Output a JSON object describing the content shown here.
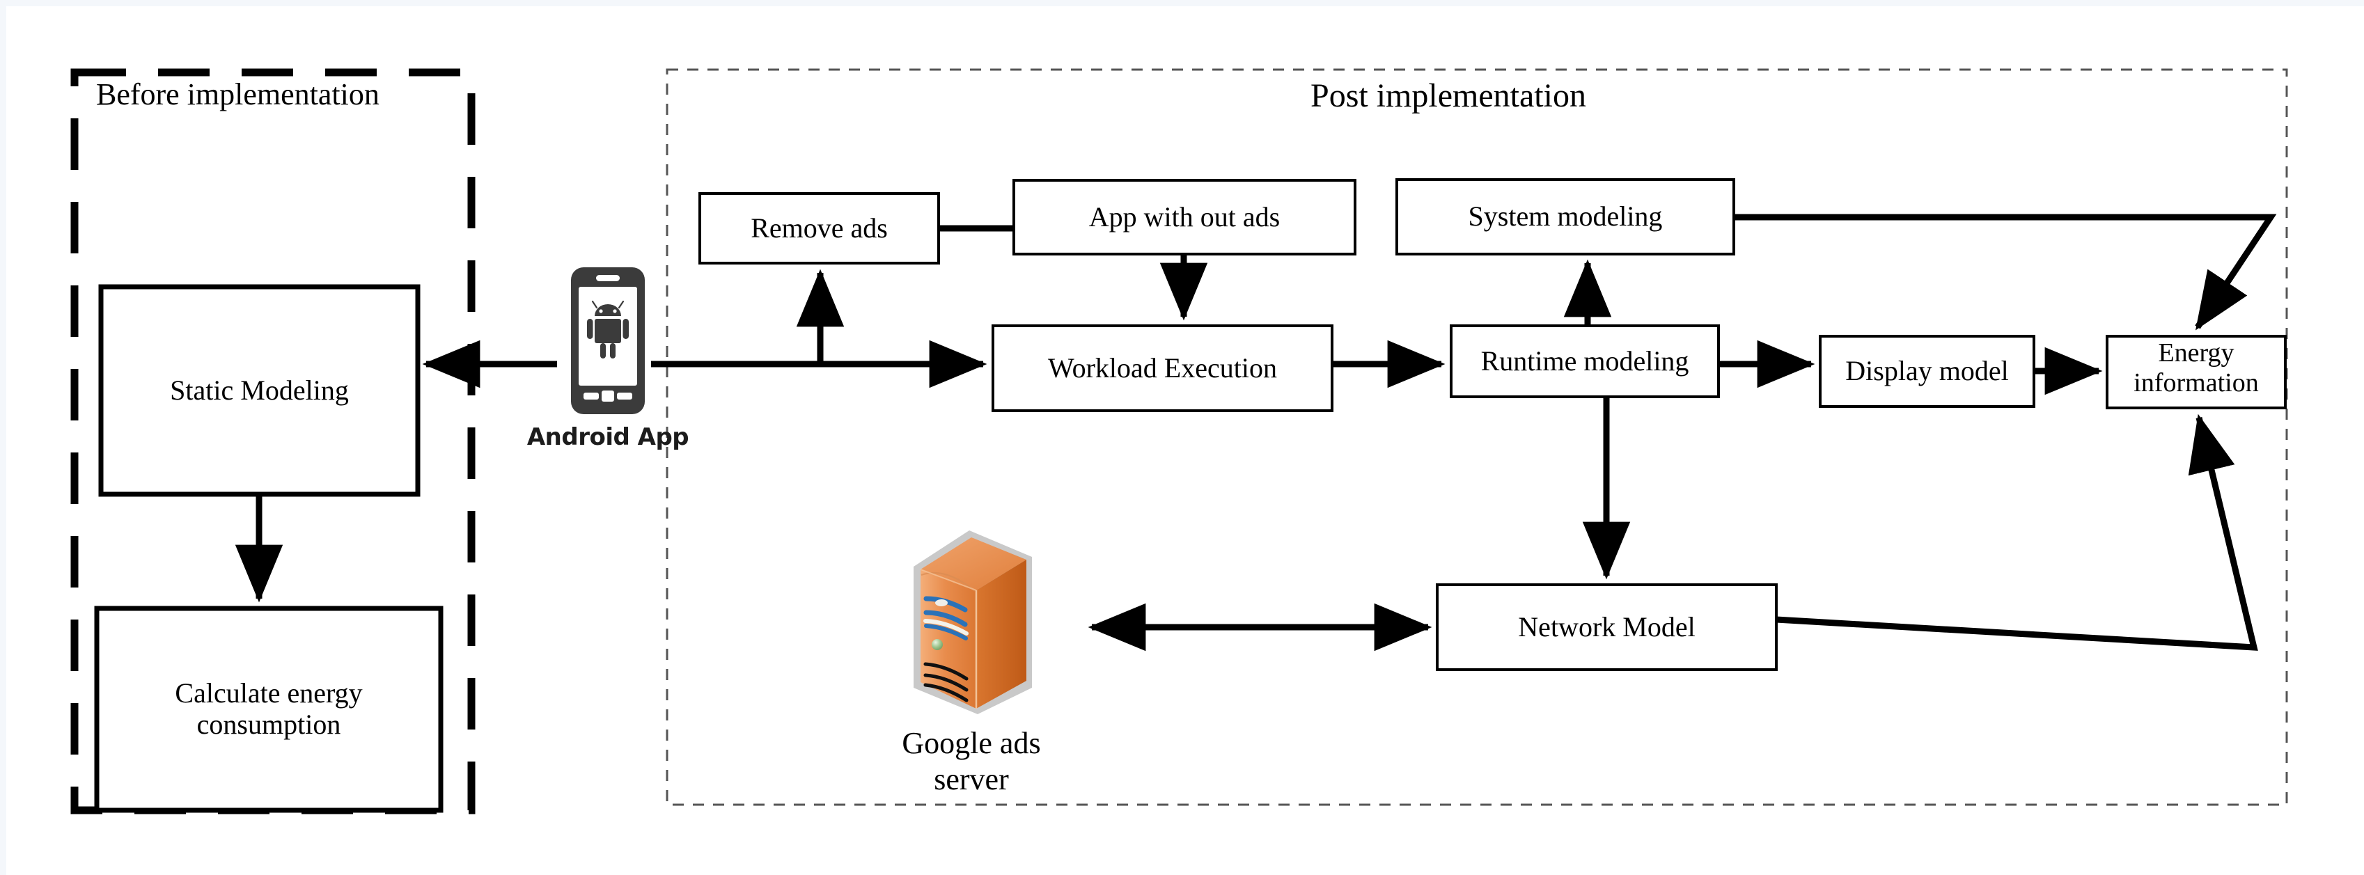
{
  "diagram": {
    "title_before": "Before implementation",
    "title_post": "Post implementation",
    "accent_server": "#E08141",
    "accent_server_dark": "#C9621F",
    "accent_phone": "#3B3B3B",
    "stroke": "#000000",
    "background": "#FFFFFF"
  },
  "before_section": {
    "label": "Before implementation",
    "nodes": [
      {
        "id": "static-modeling",
        "label": "Static Modeling"
      },
      {
        "id": "calculate-energy-consumption",
        "label": "Calculate energy\nconsumption"
      }
    ]
  },
  "device": {
    "icon": "android-phone-icon",
    "caption": "Android App"
  },
  "post_section": {
    "label": "Post implementation",
    "nodes": [
      {
        "id": "remove-ads",
        "label": "Remove ads"
      },
      {
        "id": "app-with-out-ads",
        "label": "App with out ads"
      },
      {
        "id": "system-modeling",
        "label": "System modeling"
      },
      {
        "id": "workload-execution",
        "label": "Workload Execution"
      },
      {
        "id": "runtime-modeling",
        "label": "Runtime modeling"
      },
      {
        "id": "display-model",
        "label": "Display model"
      },
      {
        "id": "energy-information",
        "label": "Energy\ninformation"
      },
      {
        "id": "network-model",
        "label": "Network Model"
      }
    ],
    "server": {
      "icon": "server-tower-icon",
      "caption": "Google ads\nserver"
    }
  },
  "edges": [
    {
      "from": "android-app",
      "to": "static-modeling",
      "type": "arrow"
    },
    {
      "from": "static-modeling",
      "to": "calculate-energy-consumption",
      "type": "arrow"
    },
    {
      "from": "android-app",
      "to": "workload-execution",
      "type": "arrow"
    },
    {
      "from": "workload-execution-branch",
      "to": "remove-ads",
      "type": "arrow"
    },
    {
      "from": "remove-ads",
      "to": "app-with-out-ads",
      "type": "line"
    },
    {
      "from": "app-with-out-ads",
      "to": "workload-execution",
      "type": "arrow"
    },
    {
      "from": "workload-execution",
      "to": "runtime-modeling",
      "type": "arrow"
    },
    {
      "from": "runtime-modeling",
      "to": "system-modeling",
      "type": "arrow"
    },
    {
      "from": "system-modeling",
      "to": "energy-information",
      "type": "arrow"
    },
    {
      "from": "runtime-modeling",
      "to": "display-model",
      "type": "arrow"
    },
    {
      "from": "display-model",
      "to": "energy-information",
      "type": "arrow"
    },
    {
      "from": "runtime-modeling",
      "to": "network-model",
      "type": "arrow"
    },
    {
      "from": "network-model",
      "to": "google-ads-server",
      "type": "double-arrow"
    },
    {
      "from": "network-model",
      "to": "energy-information",
      "type": "arrow"
    }
  ]
}
